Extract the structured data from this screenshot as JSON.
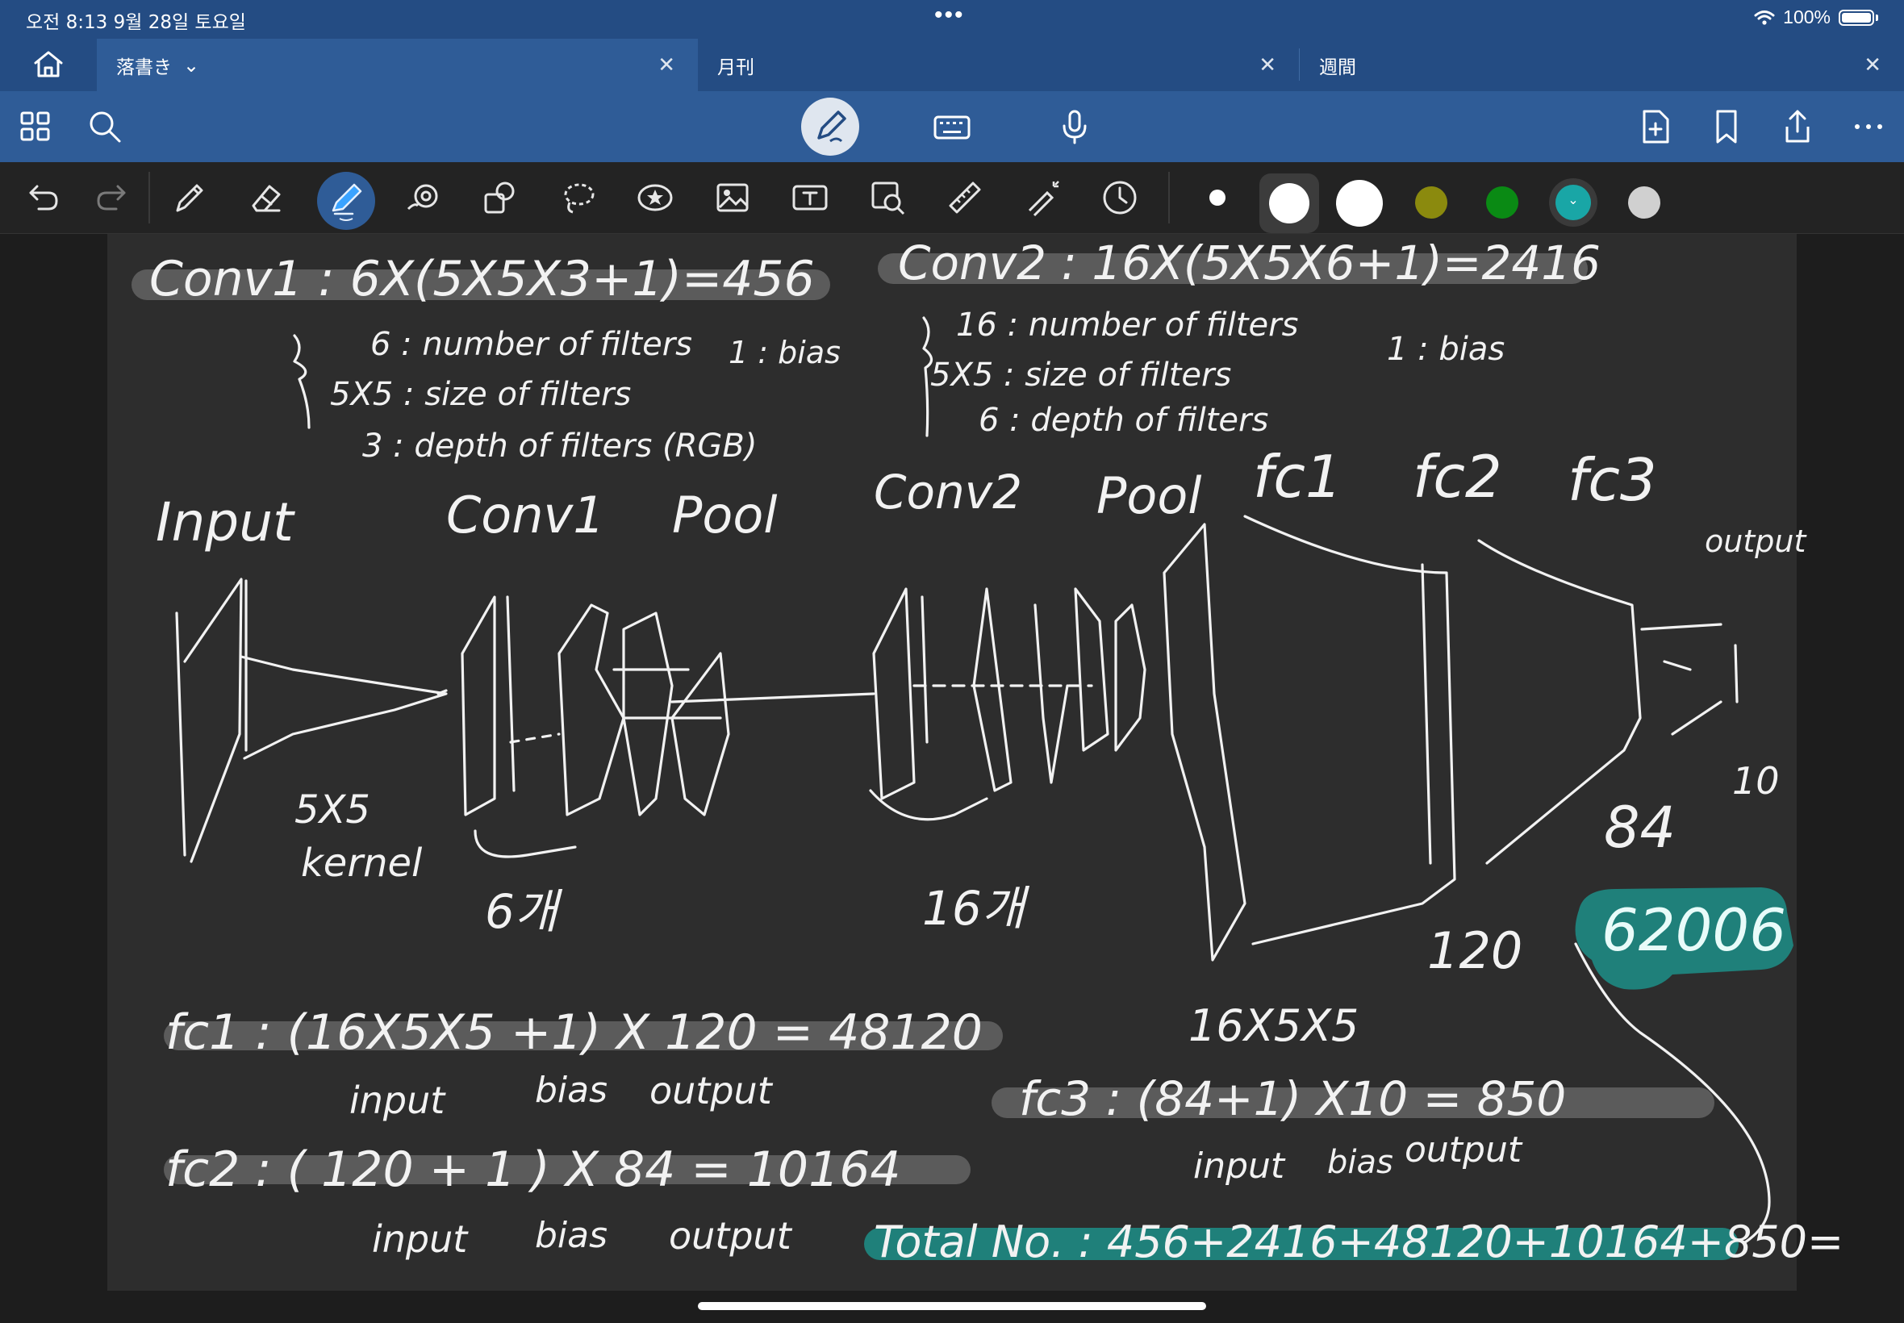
{
  "status_bar": {
    "time": "오전 8:13   9월 28일 토요일",
    "more": "•••",
    "battery": "100%"
  },
  "tabs": [
    {
      "label": "落書き",
      "chevron": "⌄",
      "close": "✕"
    },
    {
      "label": "月刊",
      "close": "✕"
    },
    {
      "label": "週間",
      "close": "✕"
    }
  ],
  "toolbar_icons": [
    "grid-icon",
    "search-icon",
    "pen-mode-icon",
    "keyboard-icon",
    "microphone-icon",
    "add-page-icon",
    "bookmark-icon",
    "share-icon",
    "more-icon"
  ],
  "tool_icons": [
    "undo-icon",
    "redo-icon",
    "pencil-icon",
    "eraser-icon",
    "highlighter-icon",
    "shape-icon",
    "elements-icon",
    "lasso-icon",
    "sticker-icon",
    "image-icon",
    "text-icon",
    "scan-icon",
    "ruler-icon",
    "laser-pointer-icon",
    "timer-icon"
  ],
  "colors": {
    "status_bg": "#244c83",
    "toolbar_bg": "#2f5c97",
    "tools_bg": "#232323",
    "page_bg": "#2d2d2d",
    "ink": "#f2f2f2",
    "highlight_gray": "#5b5b5b",
    "highlight_teal": "#1f807a",
    "swatches": [
      "#ffffff",
      "#ffffff",
      "#ffffff",
      "#8b8a0e",
      "#0a8a14",
      "#19a6a6",
      "#d0d0d0"
    ]
  },
  "notes": {
    "conv1": "Conv1 : 6X(5X5X3+1)=456",
    "conv1_a": "6 : number of filters",
    "conv1_b": "5X5 : size of filters",
    "conv1_bias": "1 : bias",
    "conv1_c": "3 : depth of filters (RGB)",
    "conv2": "Conv2 : 16X(5X5X6+1)=2416",
    "conv2_a": "16 : number of filters",
    "conv2_b": "5X5 : size of filters",
    "conv2_bias": "1 : bias",
    "conv2_c": "6 : depth of filters",
    "input": "Input",
    "conv1_label": "Conv1",
    "pool1": "Pool",
    "conv2_label": "Conv2",
    "pool2": "Pool",
    "fc1": "fc1",
    "fc2": "fc2",
    "fc3": "fc3",
    "output": "output",
    "kernel": "5X5",
    "kernel2": "kernel",
    "six": "6개",
    "sixteen": "16개",
    "n120": "120",
    "n84": "84",
    "n10": "10",
    "total_value": "62006",
    "fc1_eq": "fc1 : (16X5X5 +1) X 120 = 48120",
    "fc1_sub_input": "input",
    "fc1_sub_bias": "bias",
    "fc1_sub_output": "output",
    "fc2_eq": "fc2 : ( 120 + 1 ) X 84 = 10164",
    "fc2_sub_input": "input",
    "fc2_sub_bias": "bias",
    "fc2_sub_output": "output",
    "fc3_top": "16X5X5",
    "fc3_eq": "fc3 : (84+1) X10 = 850",
    "fc3_sub_input": "input",
    "fc3_sub_bias": "bias",
    "fc3_sub_output": "output",
    "total": "Total No. : 456+2416+48120+10164+850="
  }
}
